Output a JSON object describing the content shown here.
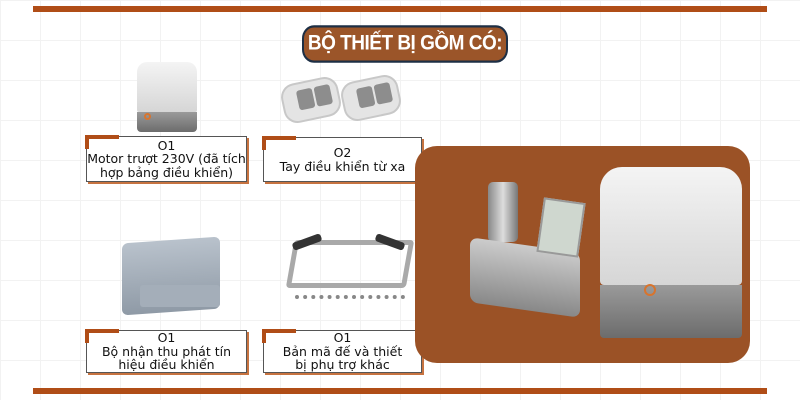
{
  "title": "BỘ THIẾT BỊ GỒM CÓ:",
  "items": [
    {
      "qty": "O1",
      "name": "Motor trượt 230V (đã tích hợp bảng điều khiển)"
    },
    {
      "qty": "O2",
      "name": "Tay điều khiển từ xa"
    },
    {
      "qty": "O1",
      "name": "Bộ nhận thu phát tín hiệu điều khiển"
    },
    {
      "qty": "O1",
      "name": "Bản mã đế và thiết bị phụ trợ khác"
    }
  ],
  "colors": {
    "accent": "#b04d17",
    "pill": "#9b5529",
    "panel": "#9b5226"
  }
}
